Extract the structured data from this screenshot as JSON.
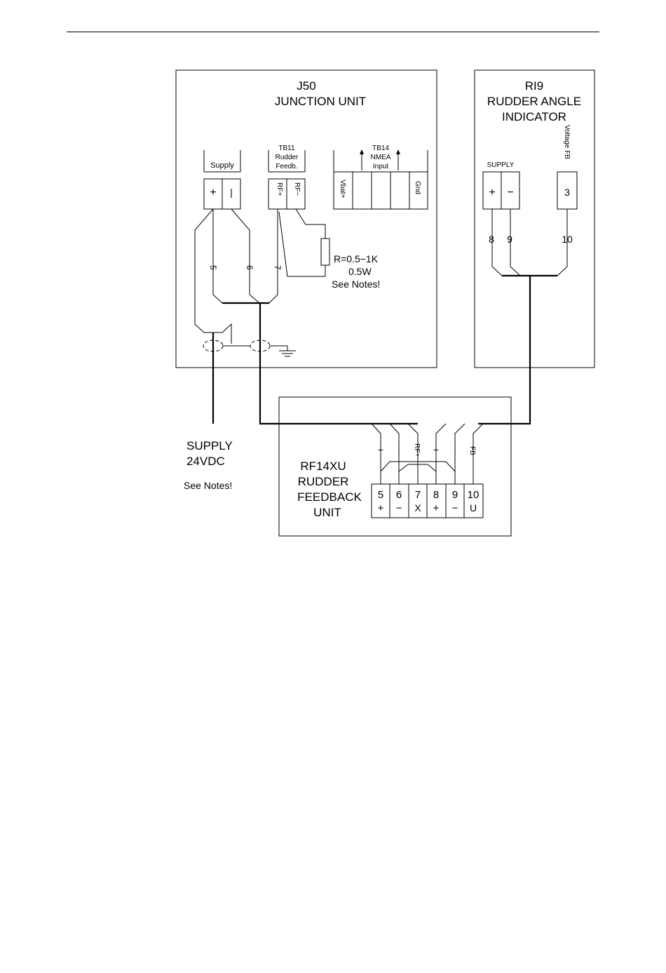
{
  "junction_unit": {
    "id": "J50",
    "name": "JUNCTION  UNIT"
  },
  "tb_supply": {
    "label": "Supply",
    "plus": "+",
    "minus": "|"
  },
  "tb11": {
    "id": "TB11",
    "line1": "Rudder",
    "line2": "Feedb.",
    "t1": "RF+",
    "t2": "RF−"
  },
  "tb14": {
    "id": "TB14",
    "line1": "NMEA",
    "line2": "Input",
    "t1": "Vbat+",
    "t2": "Gnd"
  },
  "j50_wires": [
    "5",
    "6",
    "7"
  ],
  "resistor_note": {
    "line1": "R=0.5−1K",
    "line2": "0.5W",
    "line3": "See  Notes!"
  },
  "indicator": {
    "id": "RI9",
    "line1": "RUDDER  ANGLE",
    "line2": "INDICATOR"
  },
  "ri9_supply": {
    "label": "SUPPLY",
    "plus": "+",
    "minus": "−"
  },
  "ri9_fb": {
    "label": "Voltage  FB",
    "value": "3"
  },
  "ri9_wires": [
    "8",
    "9",
    "10"
  ],
  "supply_note": {
    "line1": "SUPPLY",
    "line2": "24VDC",
    "line3": "See  Notes!"
  },
  "feedback_unit": {
    "line1": "RF14XU",
    "line2": "RUDDER",
    "line3": "FEEDBACK",
    "line4": "UNIT"
  },
  "rf14_leads": [
    "+",
    "|",
    "RF+",
    "+",
    "|",
    "FB"
  ],
  "rf14_terminals": [
    {
      "num": "5",
      "sym": "+"
    },
    {
      "num": "6",
      "sym": "−"
    },
    {
      "num": "7",
      "sym": "X"
    },
    {
      "num": "8",
      "sym": "+"
    },
    {
      "num": "9",
      "sym": "−"
    },
    {
      "num": "10",
      "sym": "U"
    }
  ]
}
